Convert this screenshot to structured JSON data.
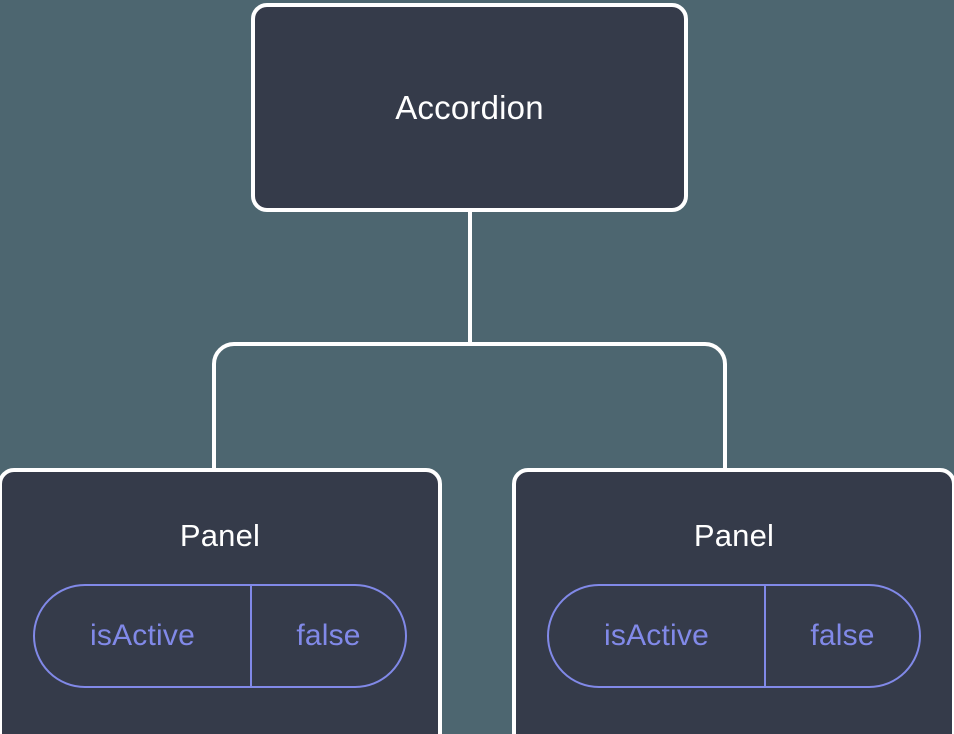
{
  "canvas": {
    "background_color": "#4d6670",
    "node_fill_color": "#353b4a",
    "node_border_color": "#ffffff",
    "edge_color": "#ffffff",
    "prop_accent_color": "#8189e8",
    "title_color": "#ffffff"
  },
  "tree": {
    "root": {
      "title": "Accordion"
    },
    "children": [
      {
        "title": "Panel",
        "props": [
          {
            "key": "isActive",
            "value": "false"
          }
        ]
      },
      {
        "title": "Panel",
        "props": [
          {
            "key": "isActive",
            "value": "false"
          }
        ]
      }
    ]
  }
}
